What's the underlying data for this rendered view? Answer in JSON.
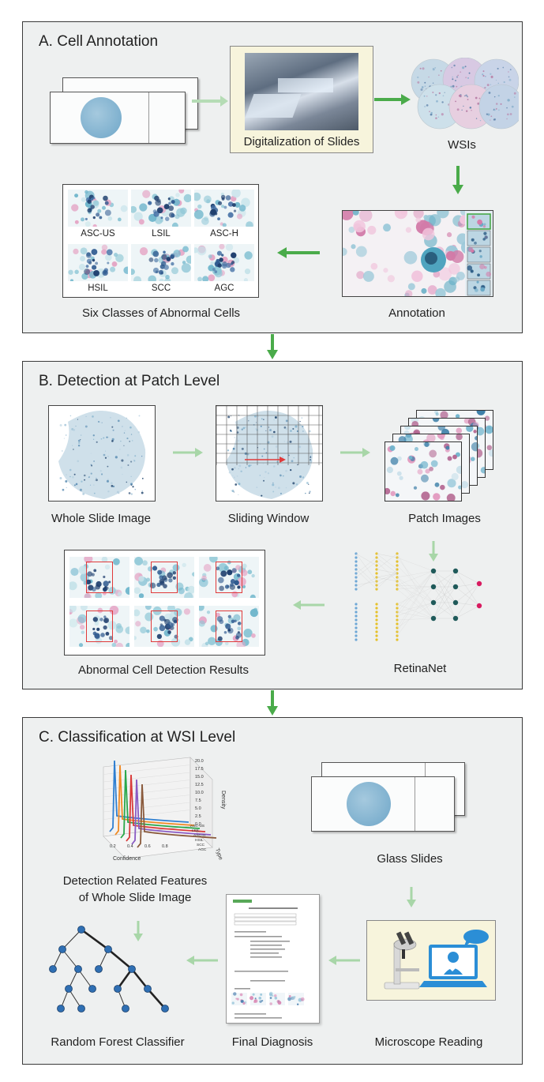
{
  "panels": {
    "a": {
      "title": "A.  Cell Annotation",
      "digitalization": "Digitalization of Slides",
      "wsis": "WSIs",
      "annotation": "Annotation",
      "six_classes": "Six Classes of Abnormal Cells",
      "cell_classes": [
        "ASC-US",
        "LSIL",
        "ASC-H",
        "HSIL",
        "SCC",
        "AGC"
      ]
    },
    "b": {
      "title": "B.  Detection at Patch Level",
      "whole_slide": "Whole Slide Image",
      "sliding_window": "Sliding Window",
      "patch_images": "Patch Images",
      "retinanet": "RetinaNet",
      "detection_results": "Abnormal Cell Detection Results"
    },
    "c": {
      "title": "C.  Classification at WSI Level",
      "features_line1": "Detection Related Features",
      "features_line2": "of Whole Slide Image",
      "glass_slides": "Glass Slides",
      "random_forest": "Random Forest Classifier",
      "final_diagnosis": "Final Diagnosis",
      "microscope": "Microscope Reading",
      "plot_axes": {
        "x": "Confidence",
        "y": "Type",
        "z": "Density",
        "x_ticks": [
          "0.2",
          "0.4",
          "0.6",
          "0.8"
        ],
        "z_ticks": [
          "20.0",
          "17.5",
          "15.0",
          "12.5",
          "10.0",
          "7.5",
          "5.0",
          "2.5",
          "0.0"
        ],
        "type_ticks": [
          "ASC-US",
          "LSIL",
          "ASC-H",
          "HSIL",
          "SCC",
          "AGC"
        ]
      }
    }
  },
  "colors": {
    "arrow": "#5cb85c",
    "panel_bg": "#eef0f0",
    "stain_blue": "#7fb0cf",
    "stain_pink": "#e69bc2",
    "dark_blue": "#2c3e6b",
    "red_box": "#e03a3a"
  }
}
